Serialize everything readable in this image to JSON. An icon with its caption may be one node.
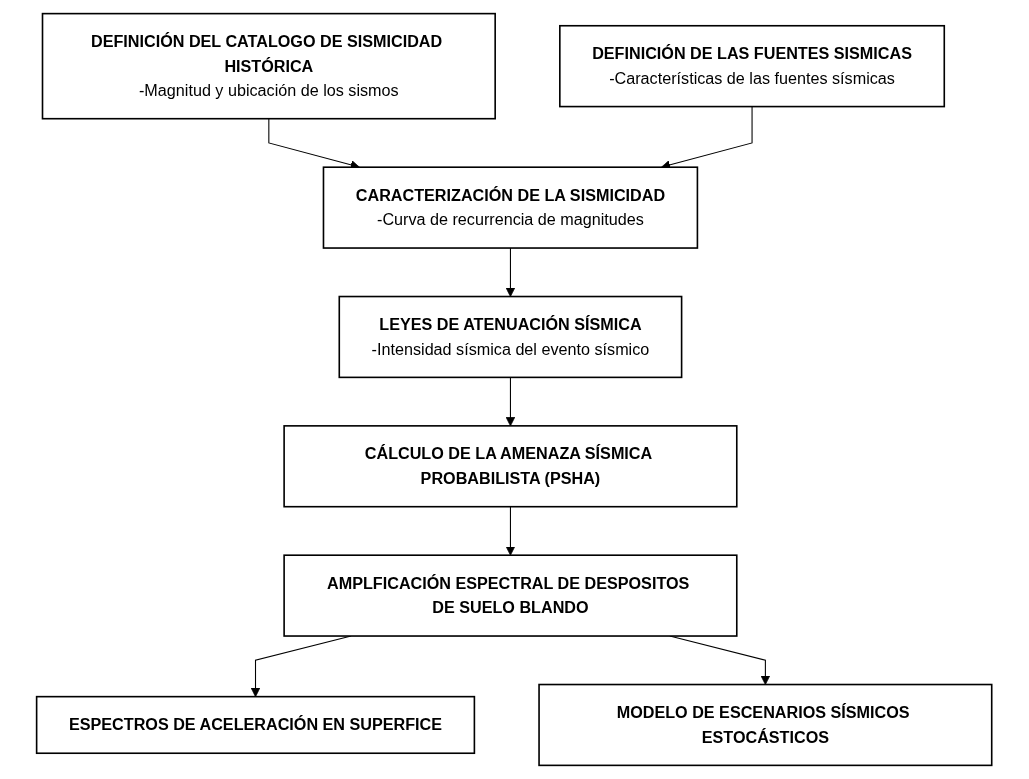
{
  "diagram": {
    "nodes": [
      {
        "text": [
          "DEFINICIÓN DEL CATALOGO DE SISMICIDAD HISTÓRICA",
          "-Magnitud y ubicación de los sismos"
        ]
      },
      {
        "text": [
          "DEFINICIÓN DE LAS FUENTES SISMICAS",
          "-Características de las fuentes sísmicas"
        ]
      },
      {
        "text": [
          "CARACTERIZACIÓN DE LA SISMICIDAD",
          "-Curva de recurrencia de magnitudes"
        ]
      },
      {
        "text": [
          "LEYES DE ATENUACIÓN SÍSMICA",
          "-Intensidad sísmica del evento sísmico"
        ]
      },
      {
        "text": [
          "CÁLCULO DE LA AMENAZA SÍSMICA PROBABILISTA (PSHA)"
        ]
      },
      {
        "text": [
          "AMPLFICACIÓN ESPECTRAL DE DESPOSITOS DE SUELO BLANDO"
        ]
      },
      {
        "text": [
          "ESPECTROS DE ACELERACIÓN EN SUPERFICE"
        ]
      },
      {
        "text": [
          "MODELO DE ESCENARIOS SÍSMICOS ESTOCÁSTICOS"
        ]
      }
    ],
    "edges": [
      {
        "from": 0,
        "to": 2,
        "arrow": "to"
      },
      {
        "from": 1,
        "to": 2,
        "arrow": "to"
      },
      {
        "from": 2,
        "to": 3,
        "arrow": "to"
      },
      {
        "from": 3,
        "to": 4,
        "arrow": "to"
      },
      {
        "from": 4,
        "to": 5,
        "arrow": "to"
      },
      {
        "from": 5,
        "to": 6,
        "arrow": "to"
      },
      {
        "from": 5,
        "to": 7,
        "arrow": "to"
      }
    ]
  }
}
